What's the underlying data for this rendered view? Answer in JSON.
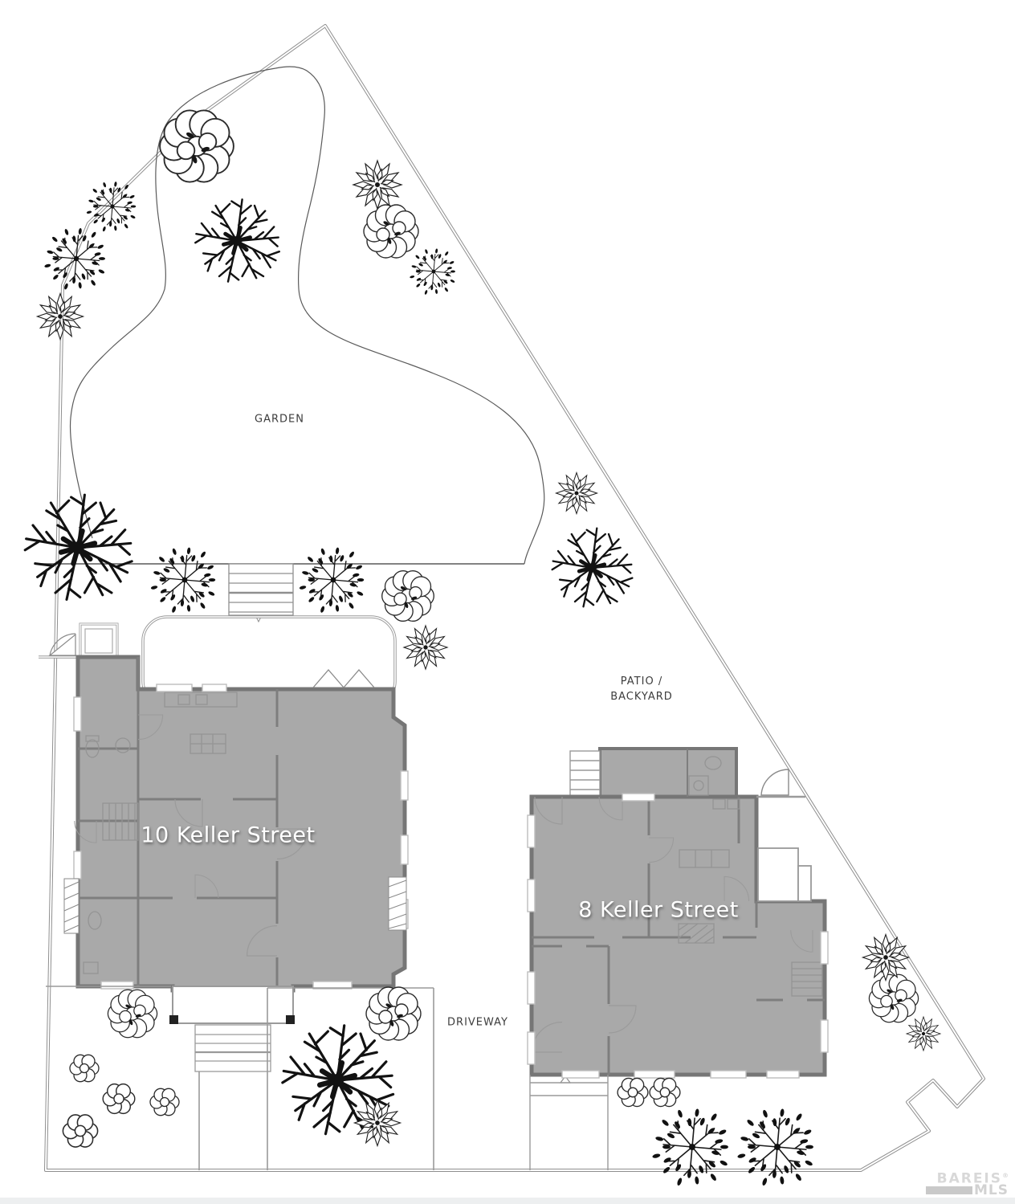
{
  "plan": {
    "garden_label": "GARDEN",
    "patio_line1": "PATIO /",
    "patio_line2": "BACKYARD",
    "driveway_label": "DRIVEWAY",
    "house_10_label": "10 Keller Street",
    "house_8_label": "8 Keller Street"
  },
  "watermark": {
    "brand": "BAREIS",
    "reg": "®",
    "mls": "MLS"
  },
  "colors": {
    "building_fill": "#a9a9a9",
    "wall_stroke": "#767676",
    "boundary_stroke": "#8f8f8f",
    "garden_line": "#5a5a5a",
    "label_dark": "#3c3c3c",
    "label_light": "#ffffff",
    "watermark_gray": "#d8d8d8"
  }
}
